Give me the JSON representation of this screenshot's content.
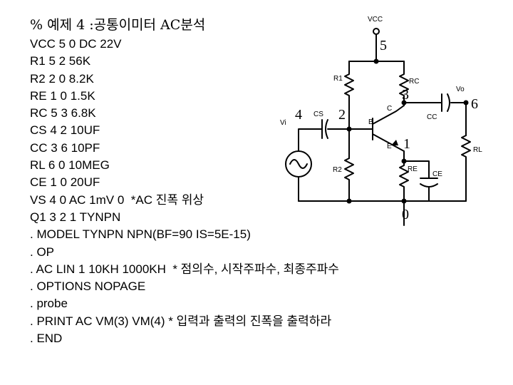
{
  "title": "% 예제 4 :공통이미터 AC분석",
  "netlist": [
    "VCC 5 0 DC 22V",
    "R1 5 2 56K",
    "R2 2 0 8.2K",
    "RE 1 0 1.5K",
    "RC 5 3 6.8K",
    "CS 4 2 10UF",
    "CC 3 6 10PF",
    "RL 6 0 10MEG",
    "CE 1 0 20UF",
    "VS 4 0 AC 1mV 0  *AC 진폭 위상",
    "Q1 3 2 1 TYNPN",
    ". MODEL TYNPN NPN(BF=90 IS=5E-15)",
    ". OP",
    ". AC LIN 1 10KH 1000KH  * 점의수, 시작주파수, 최종주파수",
    ". OPTIONS NOPAGE",
    ". probe",
    ". PRINT AC VM(3) VM(4) * 입력과 출력의 진폭을 출력하라",
    ". END"
  ],
  "circuit": {
    "component_labels": {
      "vcc": "VCC",
      "r1": "R1",
      "rc": "RC",
      "vo": "Vo",
      "cs": "CS",
      "cc": "CC",
      "vi": "Vi",
      "b": "B",
      "c": "C",
      "e": "E",
      "rl": "RL",
      "r2": "R2",
      "re": "RE",
      "ce": "CE"
    },
    "node_numbers": {
      "n5": "5",
      "n3": "3",
      "n6": "6",
      "n4": "4",
      "n2": "2",
      "n1": "1",
      "n0": "0"
    }
  }
}
